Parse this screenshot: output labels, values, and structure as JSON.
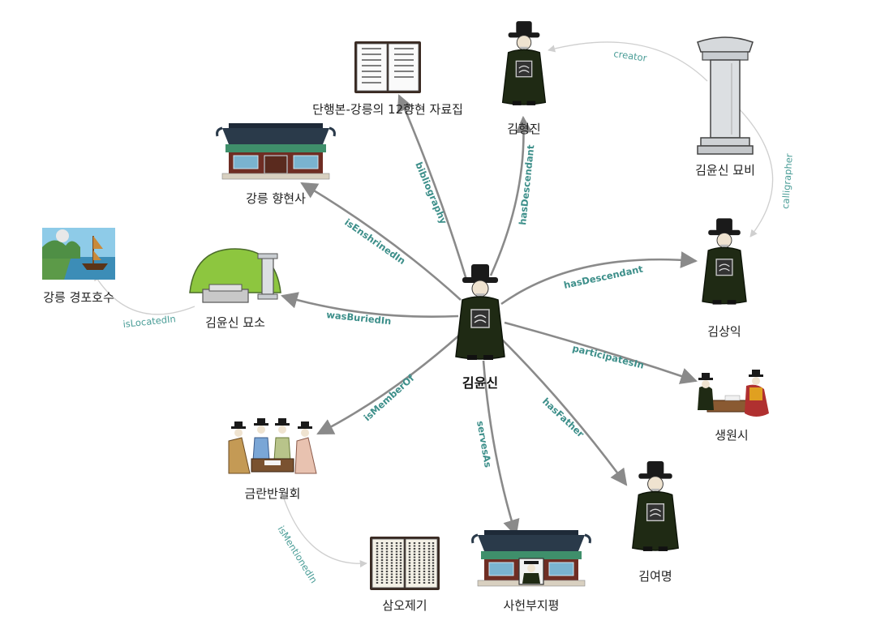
{
  "center": {
    "label": "김윤신"
  },
  "nodes": {
    "book_12": "단행본-강릉의 12향현 자료집",
    "kim_hyeongjin": "김형진",
    "stele": "김윤신 묘비",
    "shrine": "강릉 향현사",
    "gyeongpo": "강릉 경포호수",
    "tomb": "김윤신 묘소",
    "kim_sangik": "김상익",
    "saengwonsi": "생원시",
    "geumran": "금란반월회",
    "samoje": "삼오제기",
    "saheonbu": "사헌부지평",
    "kim_yeomyeong": "김여명"
  },
  "edges": {
    "bibliography": "bibliography",
    "hasDescendant1": "hasDescendant",
    "isEnshrinedIn": "isEnshrinedIn",
    "wasBuriedIn": "wasBuriedIn",
    "hasDescendant2": "hasDescendant",
    "participatesIn": "participatesIn",
    "isMemberOf": "isMemberOf",
    "servesAs": "servesAs",
    "hasFather": "hasFather",
    "creator": "creator",
    "calligrapher": "calligrapher",
    "isLocatedIn": "isLocatedIn",
    "isMentionedIn": "isMentionedIn"
  },
  "colors": {
    "edge_main": "#8a8a8a",
    "edge_sub": "#cfcfcf",
    "edge_label": "#3d8f8a",
    "robe": "#1f2a14",
    "roof": "#2a3a4a",
    "hall_green": "#3f8f6b",
    "mound_green": "#8dc63f"
  },
  "icons": {
    "person": "scholar-in-black-robe-icon",
    "book": "open-book-icon",
    "stele": "stone-stele-icon",
    "shrine": "traditional-hall-icon",
    "tomb": "burial-mound-icon",
    "lake": "lake-with-boat-icon",
    "exam": "civil-exam-scene-icon",
    "meeting": "scholars-meeting-icon"
  }
}
